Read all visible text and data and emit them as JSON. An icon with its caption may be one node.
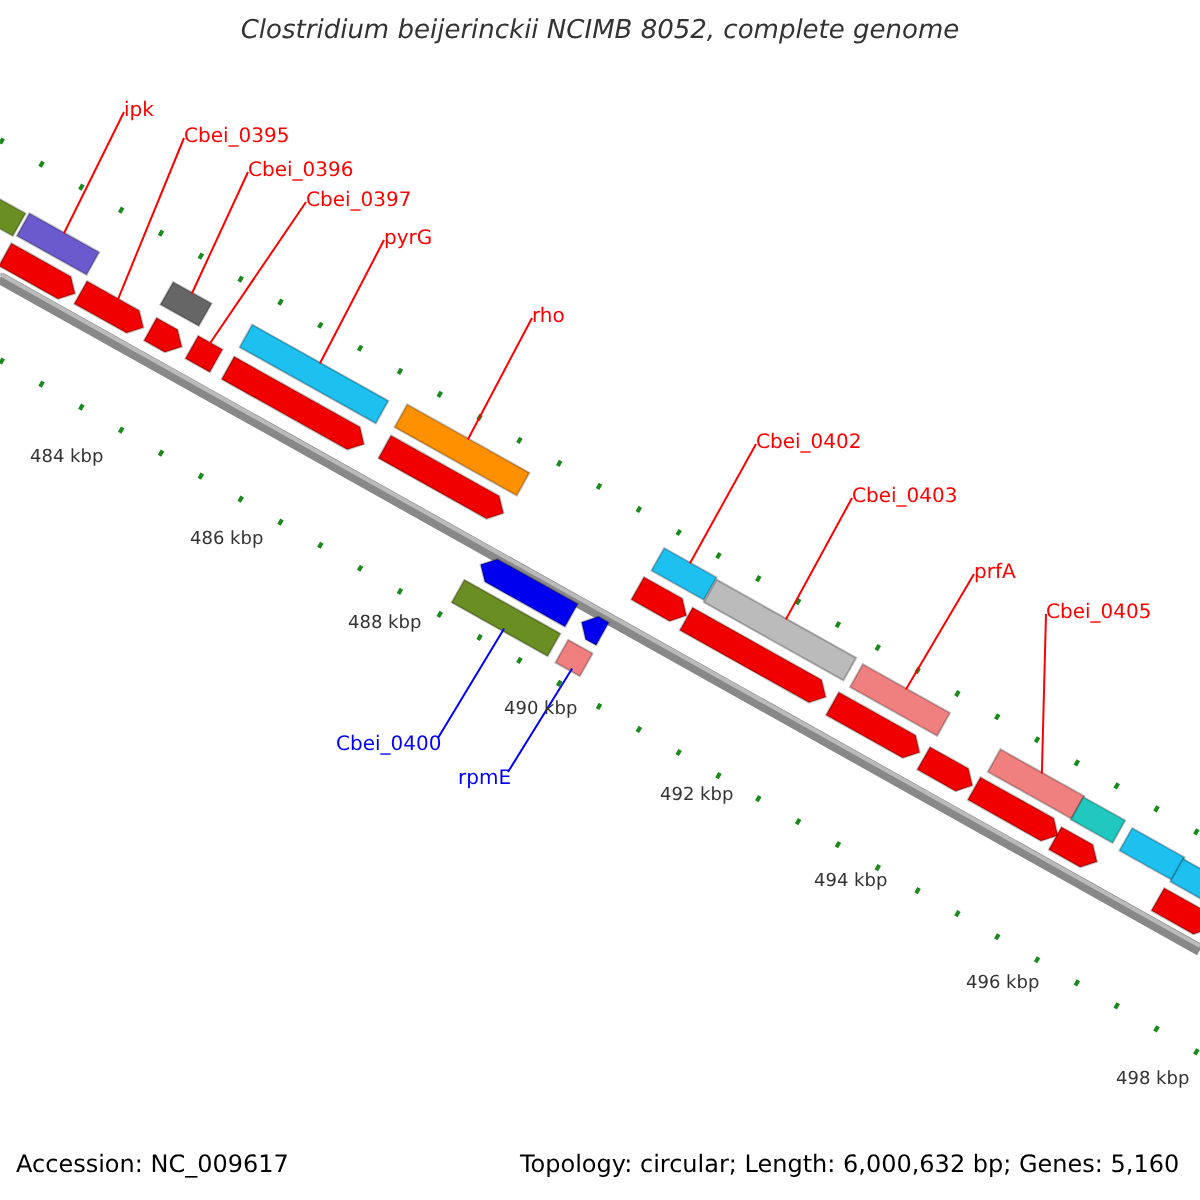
{
  "diagram": {
    "title": "Clostridium beijerinckii NCIMB 8052, complete genome",
    "nodes": [
      {
        "text": [
          "ipk"
        ]
      },
      {
        "text": [
          "Cbei_0395"
        ]
      },
      {
        "text": [
          "Cbei_0396"
        ]
      },
      {
        "text": [
          "Cbei_0397"
        ]
      },
      {
        "text": [
          "pyrG"
        ]
      },
      {
        "text": [
          "rho"
        ]
      },
      {
        "text": [
          "Cbei_0402"
        ]
      },
      {
        "text": [
          "Cbei_0403"
        ]
      },
      {
        "text": [
          "prfA"
        ]
      },
      {
        "text": [
          "Cbei_0405"
        ]
      },
      {
        "text": [
          "Cbei_0400"
        ]
      },
      {
        "text": [
          "rpmE"
        ]
      },
      {
        "text": [],
        "shape": "bar"
      },
      {
        "text": [],
        "shape": "bar"
      },
      {
        "text": [],
        "shape": "bar"
      },
      {
        "text": [],
        "shape": "bar"
      },
      {
        "text": [],
        "shape": "bar"
      },
      {
        "text": [],
        "shape": "bar"
      },
      {
        "text": [],
        "shape": "bar"
      },
      {
        "text": [],
        "shape": "bar"
      },
      {
        "text": [],
        "shape": "bar"
      },
      {
        "text": [],
        "shape": "bar"
      },
      {
        "text": [],
        "shape": "bar"
      },
      {
        "text": [],
        "shape": "bar"
      },
      {
        "text": [],
        "shape": "bar"
      },
      {
        "text": [],
        "shape": "bar"
      },
      {
        "text": [],
        "shape": "bar"
      },
      {
        "text": [],
        "shape": "bar"
      },
      {
        "text": [],
        "shape": "bar"
      },
      {
        "text": [],
        "shape": "bar"
      },
      {
        "text": [],
        "shape": "bar"
      },
      {
        "text": [],
        "shape": "bar"
      },
      {
        "text": [],
        "shape": "bar"
      },
      {
        "text": [],
        "shape": "bar"
      },
      {
        "text": [],
        "shape": "bar"
      },
      {
        "text": [],
        "shape": "bar"
      },
      {
        "text": [],
        "shape": "bar"
      },
      {
        "text": [],
        "shape": "bar"
      },
      {
        "text": [],
        "shape": "bar"
      },
      {
        "text": [],
        "shape": "bar"
      },
      {
        "text": [],
        "shape": "bar"
      }
    ],
    "edges": [
      {
        "from": 0,
        "to": 12,
        "arrow": "none"
      },
      {
        "from": 1,
        "to": 13,
        "arrow": "none"
      },
      {
        "from": 2,
        "to": 14,
        "arrow": "none"
      },
      {
        "from": 3,
        "to": 15,
        "arrow": "none"
      },
      {
        "from": 4,
        "to": 16,
        "arrow": "none"
      },
      {
        "from": 5,
        "to": 17,
        "arrow": "none"
      },
      {
        "from": 6,
        "to": 18,
        "arrow": "none"
      },
      {
        "from": 7,
        "to": 19,
        "arrow": "none"
      },
      {
        "from": 8,
        "to": 20,
        "arrow": "none"
      },
      {
        "from": 9,
        "to": 21,
        "arrow": "none"
      },
      {
        "from": 10,
        "to": 22,
        "arrow": "none",
        "color": "#0000ff"
      },
      {
        "from": 11,
        "to": 23,
        "arrow": "none",
        "color": "#0000ff"
      }
    ],
    "labels": [
      "484 kbp",
      "486 kbp",
      "488 kbp",
      "490 kbp",
      "492 kbp",
      "494 kbp",
      "496 kbp",
      "498 kbp",
      "Accession: NC_009617",
      "Topology: circular; Length: 6,000,632 bp; Genes: 5,160"
    ]
  }
}
